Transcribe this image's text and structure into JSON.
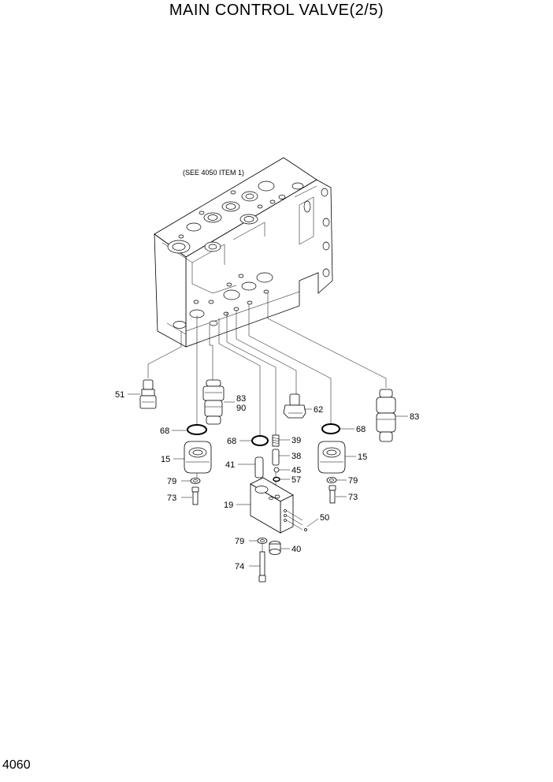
{
  "title": "MAIN CONTROL VALVE(2/5)",
  "page_number": "4060",
  "reference_note": "(SEE 4050 ITEM 1)",
  "callouts": {
    "c51": "51",
    "c83a": "83",
    "c90": "90",
    "c62": "62",
    "c83b": "83",
    "c68a": "68",
    "c68b": "68",
    "c68c": "68",
    "c39": "39",
    "c15a": "15",
    "c15b": "15",
    "c38": "38",
    "c41": "41",
    "c45": "45",
    "c79a": "79",
    "c57": "57",
    "c79b": "79",
    "c73a": "73",
    "c73b": "73",
    "c19": "19",
    "c50": "50",
    "c79c": "79",
    "c40": "40",
    "c74": "74"
  }
}
